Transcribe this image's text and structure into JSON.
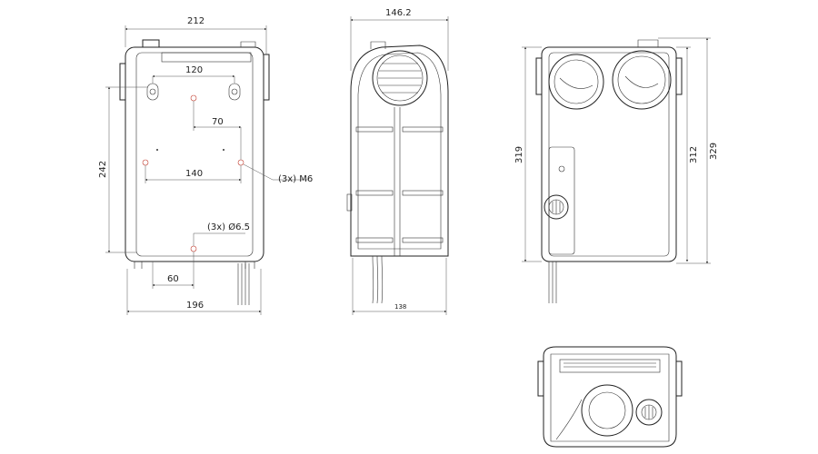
{
  "drawing": {
    "front_view": {
      "width_top": "212",
      "width_bottom": "196",
      "height_left": "242",
      "hole_spacing_top": "120",
      "offset_70": "70",
      "hole_spacing_mid": "140",
      "offset_60": "60",
      "note_m6": "(3x) M6",
      "note_hole": "(3x) Ø6.5"
    },
    "side_view": {
      "depth_top": "146.2",
      "depth_bottom": "138"
    },
    "rear_view": {
      "height_319": "319",
      "height_312": "312",
      "height_329": "329"
    },
    "accent_color": "#c0392b",
    "line_color": "#222222"
  }
}
